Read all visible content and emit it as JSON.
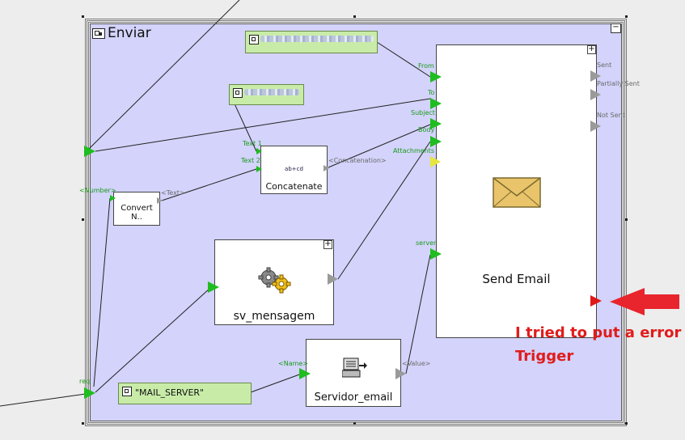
{
  "frame": {
    "title": "Enviar",
    "collapse_label": "−",
    "expand_label": "+"
  },
  "nodes": {
    "concatenate": {
      "title": "Concatenate",
      "icon_text": "ab+cd",
      "inputs": [
        "Text 1",
        "Text 2"
      ],
      "output": "<Concatenation>"
    },
    "convert": {
      "title": "Convert N..",
      "input": "<Number>",
      "output": "<Text>"
    },
    "mensagem": {
      "title": "sv_mensagem"
    },
    "servidor": {
      "title": "Servidor_email",
      "input": "<Name>",
      "output": "<Value>"
    },
    "mail_server_const": {
      "value": "\"MAIL_SERVER\""
    },
    "send_email": {
      "title": "Send Email",
      "inputs": [
        "From",
        "To",
        "Subject",
        "Body",
        "Attachments",
        "server"
      ],
      "outputs": [
        "Sent",
        "Partially Sent",
        "Not Sent"
      ]
    }
  },
  "ports": {
    "req_label": "req"
  },
  "annotation": {
    "line1": "I tried to put a error",
    "line2": "Trigger"
  },
  "colors": {
    "frame_bg": "#d3d3fb",
    "port_green": "#1fbd1f",
    "port_gray": "#9a9a9a",
    "port_red": "#e01818",
    "const_bg": "#c8eca8",
    "annotation": "#e01c1c"
  }
}
